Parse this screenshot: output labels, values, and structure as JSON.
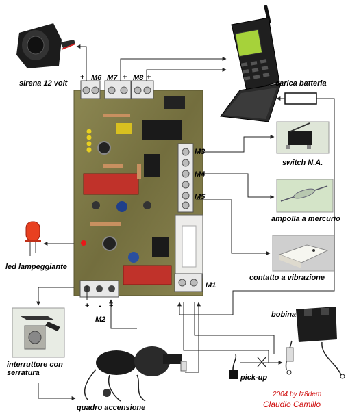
{
  "components": {
    "siren": "sirena 12 volt",
    "phone": "",
    "battery_charge": "carica batteria",
    "switch_na": "switch N.A.",
    "mercury_bulb": "ampolla a mercurio",
    "vibration_contact": "contatto a vibrazione",
    "coil": "bobina",
    "pickup": "pick-up",
    "ignition": "quadro accensione",
    "key_switch": "interruttore con\nserratura",
    "flashing_led": "led lampeggiante"
  },
  "connectors": {
    "m1": "M1",
    "m2": "M2",
    "m3": "M3",
    "m4": "M4",
    "m5": "M5",
    "m6": "M6",
    "m7": "M7",
    "m8": "M8"
  },
  "signs": {
    "plus": "+",
    "minus": "-"
  },
  "credit": {
    "line1": "2004 by Iz8dem",
    "line2": "Claudio Camillo"
  },
  "colors": {
    "pcb": "#7f7a47",
    "wire": "#222222",
    "credit": "#d01010",
    "relay": "#c0322a",
    "led": "#e84020",
    "lcd": "#a6d23a"
  }
}
